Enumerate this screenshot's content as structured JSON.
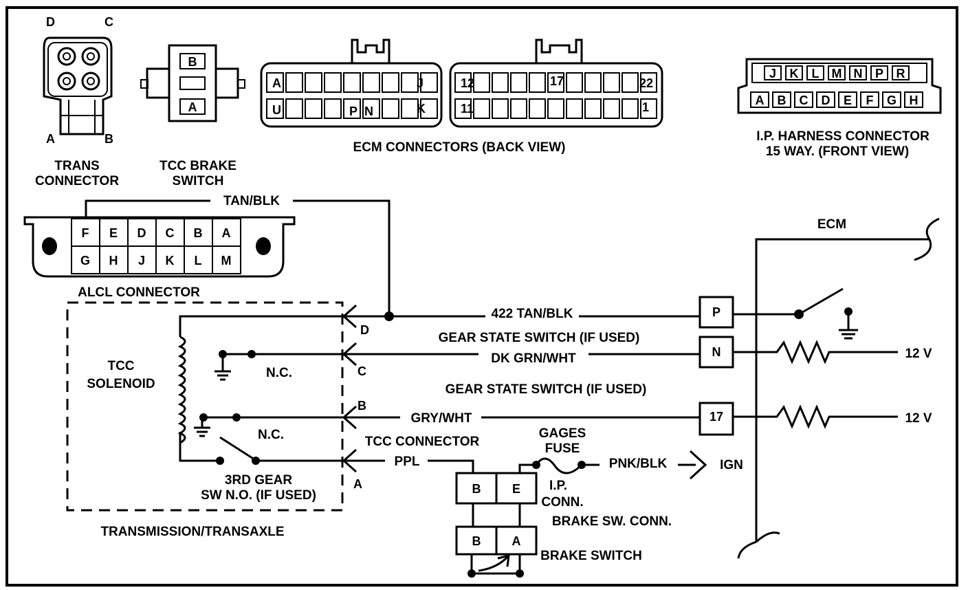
{
  "connectors": {
    "trans": {
      "pin_d": "D",
      "pin_c": "C",
      "pin_a": "A",
      "pin_b": "B",
      "title_line1": "TRANS",
      "title_line2": "CONNECTOR"
    },
    "tcc_brake": {
      "pin_b": "B",
      "pin_a": "A",
      "title_line1": "TCC BRAKE",
      "title_line2": "SWITCH"
    },
    "ecm": {
      "left_pins": [
        "A",
        "J",
        "U",
        "P",
        "N",
        "K"
      ],
      "right_pins": [
        "12",
        "17",
        "22",
        "11",
        "1"
      ],
      "title": "ECM CONNECTORS (BACK VIEW)"
    },
    "ip_harness": {
      "top_pins": [
        "J",
        "K",
        "L",
        "M",
        "N",
        "P",
        "R"
      ],
      "bottom_pins": [
        "A",
        "B",
        "C",
        "D",
        "E",
        "F",
        "G",
        "H"
      ],
      "title_line1": "I.P. HARNESS CONNECTOR",
      "title_line2": "15 WAY. (FRONT VIEW)"
    },
    "alcl": {
      "top_pins": [
        "F",
        "E",
        "D",
        "C",
        "B",
        "A"
      ],
      "bottom_pins": [
        "G",
        "H",
        "J",
        "K",
        "L",
        "M"
      ],
      "title": "ALCL CONNECTOR"
    }
  },
  "schematic": {
    "tan_blk_top": "TAN/BLK",
    "ecm_label": "ECM",
    "wire_422": "422 TAN/BLK",
    "gear_state_1": "GEAR STATE SWITCH (IF USED)",
    "dk_grn": "DK GRN/WHT",
    "gear_state_2": "GEAR STATE SWITCH (IF USED)",
    "gry_wht": "GRY/WHT",
    "tcc_connector": "TCC CONNECTOR",
    "ppl": "PPL",
    "gages_fuse_1": "GAGES",
    "gages_fuse_2": "FUSE",
    "pnk_blk": "PNK/BLK",
    "ign": "IGN",
    "pin_d": "D",
    "pin_c": "C",
    "pin_b": "B",
    "pin_a": "A",
    "ecm_p": "P",
    "ecm_n": "N",
    "ecm_17": "17",
    "v12_1": "12 V",
    "v12_2": "12 V",
    "tcc_solenoid_1": "TCC",
    "tcc_solenoid_2": "SOLENOID",
    "nc_1": "N.C.",
    "nc_2": "N.C.",
    "third_gear_1": "3RD GEAR",
    "third_gear_2": "SW N.O. (IF USED)",
    "trans_transaxle": "TRANSMISSION/TRANSAXLE",
    "ip_b": "B",
    "ip_e": "E",
    "ip_conn_1": "I.P.",
    "ip_conn_2": "CONN.",
    "brake_sw_conn": "BRAKE SW. CONN.",
    "bs_b": "B",
    "bs_a": "A",
    "brake_switch": "BRAKE SWITCH"
  }
}
